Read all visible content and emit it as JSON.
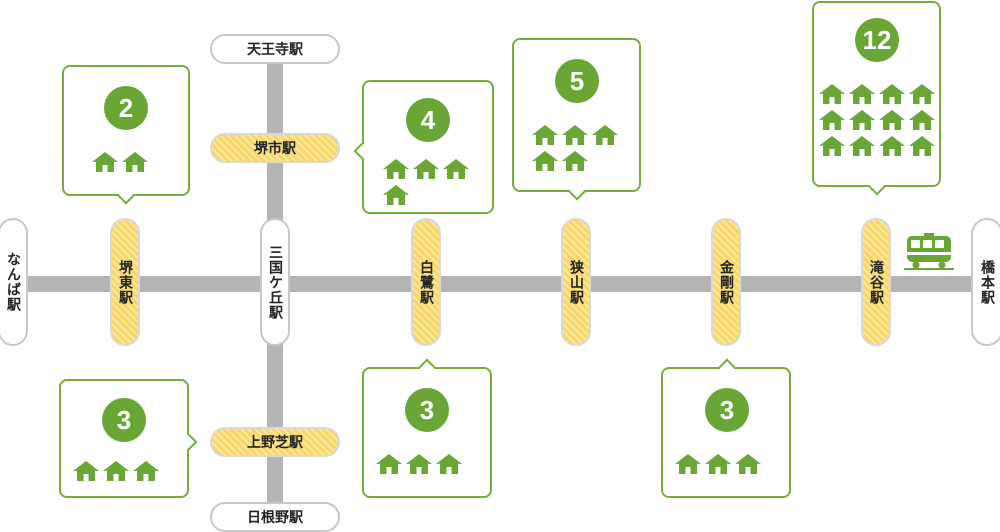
{
  "colors": {
    "line": "#b5b5b5",
    "station_highlight": "#f7d769",
    "bubble_border": "#76ae3c",
    "count_circle": "#6aa636",
    "train": "#6aa636"
  },
  "stations": {
    "namba": "なんば駅",
    "sakaihigashi": "堺東駅",
    "mikunigaoka": "三国ケ丘駅",
    "shirasagi": "白鷺駅",
    "sayama": "狭山駅",
    "kongo": "金剛駅",
    "takinotani": "滝谷駅",
    "hashimoto": "橋本駅",
    "tennoji": "天王寺駅",
    "sakaishi": "堺市駅",
    "uenoshiba": "上野芝駅",
    "hine": "日根野駅"
  },
  "callouts": {
    "sakaihigashi": {
      "count": "2",
      "houses": 2,
      "icon": "house-icon"
    },
    "sakaishi": {
      "count": "4",
      "houses": 4,
      "icon": "house-icon"
    },
    "sayama": {
      "count": "5",
      "houses": 5,
      "icon": "house-icon"
    },
    "takinotani": {
      "count": "12",
      "houses": 12,
      "icon": "house-icon"
    },
    "uenoshiba": {
      "count": "3",
      "houses": 3,
      "icon": "house-icon"
    },
    "shirasagi": {
      "count": "3",
      "houses": 3,
      "icon": "house-icon"
    },
    "kongo": {
      "count": "3",
      "houses": 3,
      "icon": "house-icon"
    }
  },
  "train_icon": "train-icon"
}
